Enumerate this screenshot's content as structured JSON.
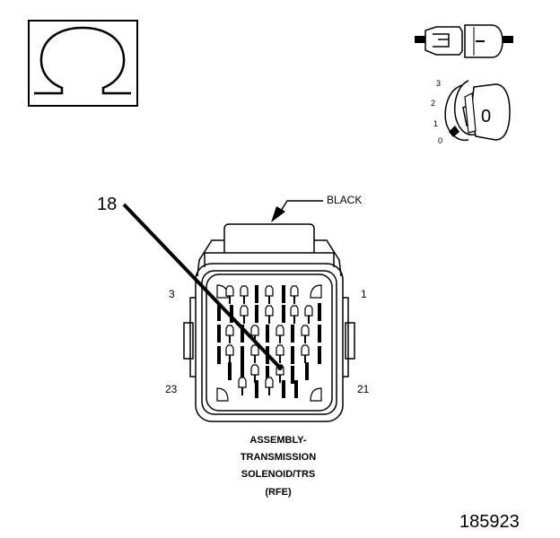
{
  "ohm_symbol": "Ω",
  "key_switch": {
    "positions": [
      "3",
      "2",
      "1",
      "0"
    ],
    "key_label": "0"
  },
  "callout": {
    "pin_number": "18",
    "wire_color": "BLACK"
  },
  "connector": {
    "pin_labels": {
      "top_left": "3",
      "top_right": "1",
      "bottom_left": "23",
      "bottom_right": "21"
    }
  },
  "caption": [
    "ASSEMBLY-",
    "TRANSMISSION",
    "SOLENOID/TRS",
    "(RFE)"
  ],
  "figure_number": "185923"
}
